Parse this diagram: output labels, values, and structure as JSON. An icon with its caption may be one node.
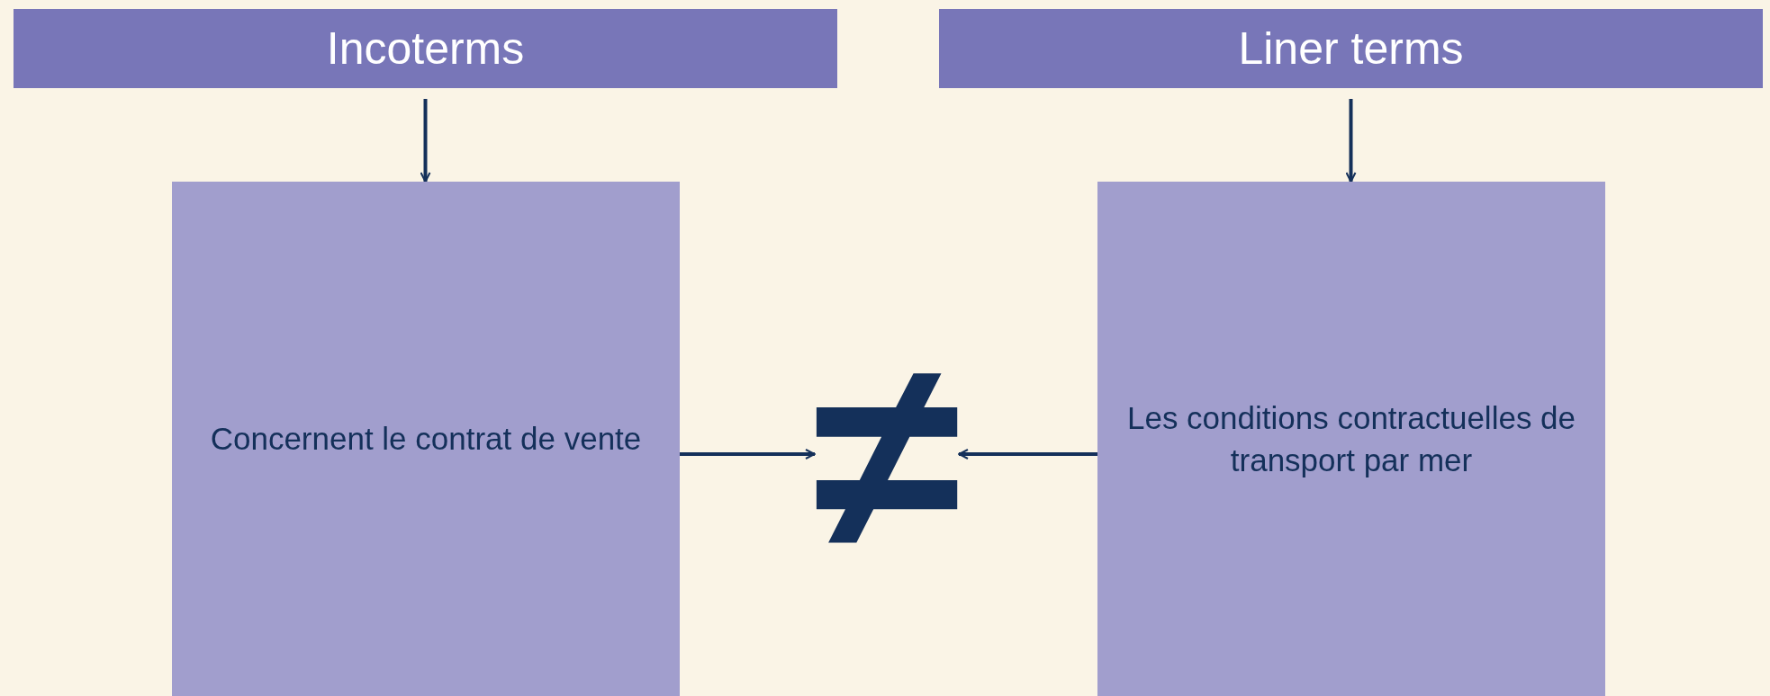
{
  "diagram": {
    "nodes": [
      {
        "text": [
          "Incoterms"
        ]
      },
      {
        "text": [
          "Liner terms"
        ]
      },
      {
        "text": [
          "Concernent le contrat de vente"
        ]
      },
      {
        "text": [
          "Les conditions contractuelles de transport par mer"
        ]
      },
      {
        "text": [
          "≠"
        ]
      }
    ],
    "edges": [
      {
        "from": 0,
        "to": 2,
        "arrow": "to"
      },
      {
        "from": 1,
        "to": 3,
        "arrow": "to"
      },
      {
        "from": 2,
        "to": 4,
        "arrow": "to"
      },
      {
        "from": 3,
        "to": 4,
        "arrow": "to"
      }
    ]
  }
}
